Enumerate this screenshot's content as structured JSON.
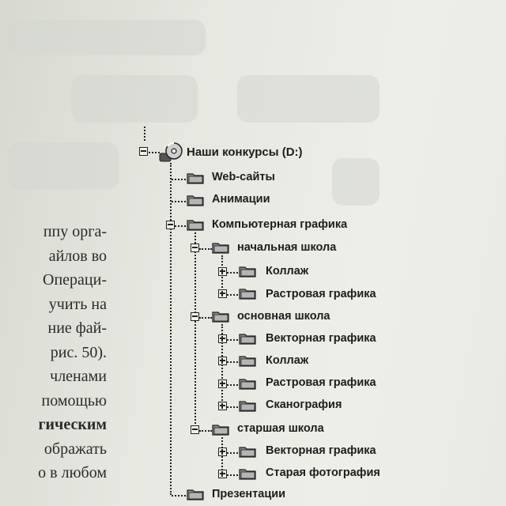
{
  "body_text_lines": [
    "ппу орга-",
    "айлов во",
    "Операци-",
    "учить на",
    "ние фай-",
    "рис. 50).",
    "членами",
    "помощью",
    "гическим",
    "ображать",
    "о в любом"
  ],
  "tree": {
    "root_label": "Наши конкурсы (D:)",
    "web_sites": "Web-сайты",
    "animations": "Анимации",
    "computer_graphics": "Компьютерная графика",
    "primary_school": "начальная школа",
    "primary_collage": "Коллаж",
    "primary_raster": "Растровая графика",
    "basic_school": "основная школа",
    "basic_vector": "Векторная графика",
    "basic_collage": "Коллаж",
    "basic_raster": "Растровая графика",
    "basic_scan": "Сканография",
    "senior_school": "старшая школа",
    "senior_vector": "Векторная графика",
    "senior_old_photo": "Старая фотография",
    "presentations": "Презентации"
  }
}
